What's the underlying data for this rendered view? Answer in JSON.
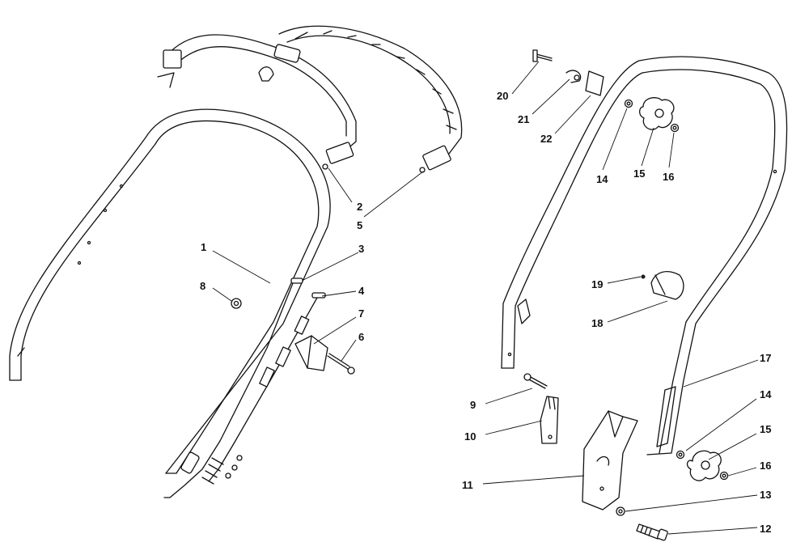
{
  "diagram": {
    "callouts": [
      {
        "id": "c1",
        "label": "1"
      },
      {
        "id": "c2",
        "label": "2"
      },
      {
        "id": "c3",
        "label": "3"
      },
      {
        "id": "c4",
        "label": "4"
      },
      {
        "id": "c5",
        "label": "5"
      },
      {
        "id": "c6",
        "label": "6"
      },
      {
        "id": "c7",
        "label": "7"
      },
      {
        "id": "c8",
        "label": "8"
      },
      {
        "id": "c9",
        "label": "9"
      },
      {
        "id": "c10",
        "label": "10"
      },
      {
        "id": "c11",
        "label": "11"
      },
      {
        "id": "c12",
        "label": "12"
      },
      {
        "id": "c13",
        "label": "13"
      },
      {
        "id": "c14a",
        "label": "14"
      },
      {
        "id": "c14b",
        "label": "14"
      },
      {
        "id": "c15a",
        "label": "15"
      },
      {
        "id": "c15b",
        "label": "15"
      },
      {
        "id": "c16a",
        "label": "16"
      },
      {
        "id": "c16b",
        "label": "16"
      },
      {
        "id": "c17",
        "label": "17"
      },
      {
        "id": "c18",
        "label": "18"
      },
      {
        "id": "c19",
        "label": "19"
      },
      {
        "id": "c20",
        "label": "20"
      },
      {
        "id": "c21",
        "label": "21"
      },
      {
        "id": "c22",
        "label": "22"
      }
    ]
  }
}
